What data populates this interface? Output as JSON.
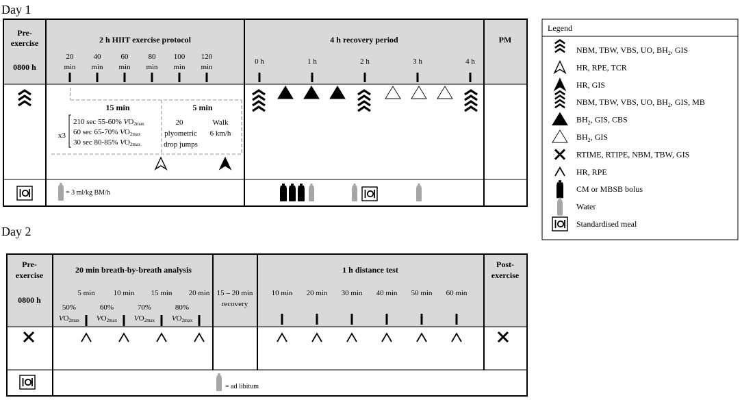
{
  "day1": {
    "title": "Day 1",
    "pre_exercise": {
      "label_line1": "Pre-",
      "label_line2": "exercise",
      "time": "0800 h"
    },
    "hiit": {
      "title": "2 h HIIT exercise protocol",
      "ticks": [
        {
          "value": "20",
          "unit": "min"
        },
        {
          "value": "40",
          "unit": "min"
        },
        {
          "value": "60",
          "unit": "min"
        },
        {
          "value": "80",
          "unit": "min"
        },
        {
          "value": "100",
          "unit": "min"
        },
        {
          "value": "120",
          "unit": "min"
        }
      ],
      "block15_title": "15 min",
      "multiplier": "x3",
      "intervals": [
        {
          "text": "210 sec 55-60% ",
          "v": "V",
          "o": "O",
          "sub": "2max"
        },
        {
          "text": "60 sec 65-70% ",
          "v": "V",
          "o": "O",
          "sub": "2max"
        },
        {
          "text": "30 sec 80-85% ",
          "v": "V",
          "o": "O",
          "sub": "2max"
        }
      ],
      "block5_title": "5 min",
      "plyo_line1": "20",
      "plyo_line2": "plyometric",
      "plyo_line3": "drop jumps",
      "walk_line1": "Walk",
      "walk_line2": "6 km/h",
      "fluid_text": "= 3 ml/kg BM/h"
    },
    "recovery": {
      "title": "4 h recovery period",
      "ticks": [
        "0 h",
        "1 h",
        "2 h",
        "3 h",
        "4 h"
      ]
    },
    "pm": {
      "label": "PM"
    }
  },
  "legend": {
    "title": "Legend",
    "items": [
      {
        "icon": "triple-chevron-icon",
        "label": "NBM, TBW, VBS, UO, BH",
        "sub": "2",
        "label_after": ", GIS"
      },
      {
        "icon": "open-arrowhead-icon",
        "label": "HR, RPE, TCR",
        "sub": "",
        "label_after": ""
      },
      {
        "icon": "filled-arrowhead-icon",
        "label": "HR, GIS",
        "sub": "",
        "label_after": ""
      },
      {
        "icon": "quad-chevron-icon",
        "label": "NBM, TBW, VBS, UO, BH",
        "sub": "2",
        "label_after": ", GIS, MB"
      },
      {
        "icon": "filled-triangle-icon",
        "label": "BH",
        "sub": "2",
        "label_after": ", GIS, CBS"
      },
      {
        "icon": "open-triangle-icon",
        "label": "BH",
        "sub": "2",
        "label_after": ", GIS"
      },
      {
        "icon": "cross-icon",
        "label": "RTIME, RTIPE, NBM, TBW, GIS",
        "sub": "",
        "label_after": ""
      },
      {
        "icon": "caret-icon",
        "label": "HR, RPE",
        "sub": "",
        "label_after": ""
      },
      {
        "icon": "black-bottle-icon",
        "label": "CM or MBSB bolus",
        "sub": "",
        "label_after": ""
      },
      {
        "icon": "grey-bottle-icon",
        "label": "Water",
        "sub": "",
        "label_after": ""
      },
      {
        "icon": "meal-icon",
        "label": "Standardised meal",
        "sub": "",
        "label_after": ""
      }
    ]
  },
  "day2": {
    "title": "Day 2",
    "pre_exercise": {
      "label_line1": "Pre-",
      "label_line2": "exercise",
      "time": "0800 h"
    },
    "breath": {
      "title": "20 min breath-by-breath analysis",
      "ticks": [
        "5 min",
        "10 min",
        "15 min",
        "20 min"
      ],
      "intensities": [
        {
          "pct": "50%",
          "v": "V",
          "o": "O",
          "sub": "2max"
        },
        {
          "pct": "60%",
          "v": "V",
          "o": "O",
          "sub": "2max"
        },
        {
          "pct": "70%",
          "v": "V",
          "o": "O",
          "sub": "2max"
        },
        {
          "pct": "80%",
          "v": "V",
          "o": "O",
          "sub": "2max"
        }
      ]
    },
    "gap": {
      "line1": "15 – 20 min",
      "line2": "recovery"
    },
    "distance": {
      "title": "1 h distance test",
      "ticks": [
        "10 min",
        "20 min",
        "30 min",
        "40 min",
        "50 min",
        "60 min"
      ]
    },
    "post": {
      "label_line1": "Post-",
      "label_line2": "exercise"
    },
    "fluid_text": "= ad libitum"
  },
  "colors": {
    "header_fill": "#d9d9d9",
    "grey_bottle": "#a6a6a6",
    "dashed": "#a6a6a6",
    "line": "#000000"
  }
}
